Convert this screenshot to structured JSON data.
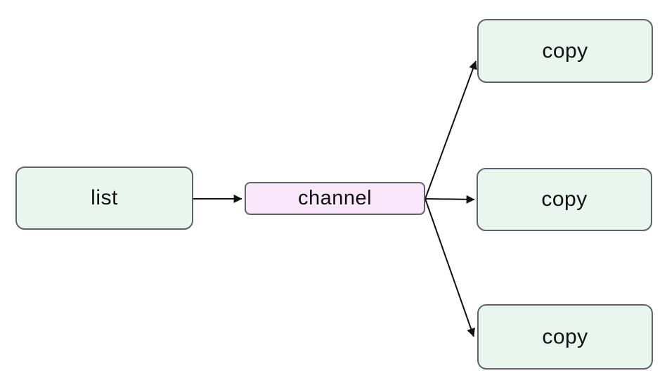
{
  "diagram": {
    "type": "flowchart",
    "direction": "left-to-right",
    "nodes": [
      {
        "id": "list",
        "label": "list",
        "shape": "rounded-rect",
        "fill": "#e9f6ee"
      },
      {
        "id": "channel",
        "label": "channel",
        "shape": "rounded-rect",
        "fill": "#fae7fb"
      },
      {
        "id": "copy-1",
        "label": "copy",
        "shape": "rounded-rect",
        "fill": "#e9f6ee"
      },
      {
        "id": "copy-2",
        "label": "copy",
        "shape": "rounded-rect",
        "fill": "#e9f6ee"
      },
      {
        "id": "copy-3",
        "label": "copy",
        "shape": "rounded-rect",
        "fill": "#e9f6ee"
      }
    ],
    "edges": [
      {
        "from": "list",
        "to": "channel",
        "style": "solid-arrow"
      },
      {
        "from": "channel",
        "to": "copy-1",
        "style": "solid-arrow"
      },
      {
        "from": "channel",
        "to": "copy-2",
        "style": "solid-arrow"
      },
      {
        "from": "channel",
        "to": "copy-3",
        "style": "solid-arrow"
      }
    ],
    "colors": {
      "node_fill_green": "#e9f6ee",
      "node_fill_pink": "#fae7fb",
      "node_border": "#5f6368",
      "arrow": "#111111",
      "background": "#ffffff",
      "text": "#111111"
    }
  }
}
